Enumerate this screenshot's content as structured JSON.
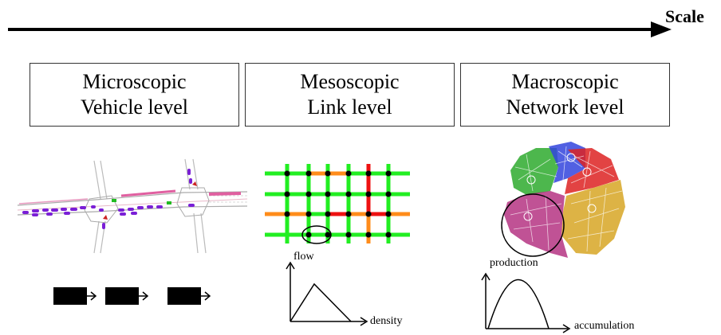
{
  "header": {
    "scale_label": "Scale"
  },
  "levels": [
    {
      "name": "Microscopic",
      "detail": "Vehicle level"
    },
    {
      "name": "Mesoscopic",
      "detail": "Link level"
    },
    {
      "name": "Macroscopic",
      "detail": "Network level"
    }
  ],
  "meso_plot": {
    "ylabel": "flow",
    "xlabel": "density"
  },
  "macro_plot": {
    "ylabel": "production",
    "xlabel": "accumulation"
  },
  "colors": {
    "green": "#22ee22",
    "orange": "#ff8c1a",
    "red": "#ee1111",
    "purple": "#7a1fd6",
    "region_green": "#2eaa2e",
    "region_blue": "#3344dd",
    "region_red": "#dd2222",
    "region_gold": "#d4a017",
    "region_magenta": "#b0277a"
  }
}
